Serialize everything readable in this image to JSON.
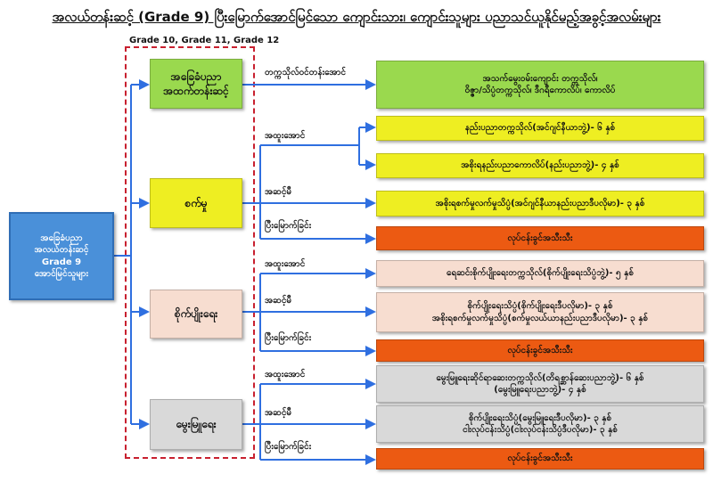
{
  "title": "အလယ်တန်းဆင့် (Grade 9) ပြီးမြောက်အောင်မြင်သော ကျောင်းသား၊ ကျောင်းသူများ ပညာသင်ယူနိုင်မည့်အခွင့်အလမ်းများ",
  "subtitle": "Grade 10, Grade 11, Grade 12",
  "source_box": [
    "အခြေခံပညာ",
    "အလယ်တန်းဆင့်",
    "Grade 9",
    "အောင်မြင်သူများ"
  ],
  "streams": {
    "basic": [
      "အခြေခံပညာ",
      "အထက်တန်းဆင့်"
    ],
    "industry": "စက်မှု",
    "agriculture": "စိုက်ပျိုးရေး",
    "livestock": "မွေးမြူရေး"
  },
  "labels": {
    "matric_pass": "တက္ကသိုလ်ဝင်တန်းအောင်",
    "distinction": "အထူးအောင်",
    "qualified": "အဆင့်မီ",
    "completed": "ပြီးမြောက်ခြင်း"
  },
  "outcomes": {
    "basic": [
      "အသက်မွေးဝမ်းကျောင်း တက္ကသိုလ်၊",
      "ဝိဇ္ဇာ/သိပ္ပံတက္ကသိုလ်၊ ဒီဂရီကောလိပ်၊ ကောလိပ်"
    ],
    "ind_1": "နည်းပညာတက္ကသိုလ်(အင်ဂျင်နီယာဘွဲ့)- ၆ နှစ်",
    "ind_2": "အစိုးရနည်းပညာကောလိပ်(နည်းပညာဘွဲ့)- ၄ နှစ်",
    "ind_3": "အစိုးရစက်မှုလက်မှုသိပ္ပံ(အင်ဂျင်နီယာနည်းပညာဒီပလိုမာ)- ၃ နှစ်",
    "work": "လုပ်ငန်းခွင်အသီးသီး",
    "agr_1": "ရေဆင်းစိုက်ပျိုးရေးတက္ကသိုလ်(စိုက်ပျိုးရေးသိပ္ပံဘွဲ့)- ၅ နှစ်",
    "agr_2": [
      "စိုက်ပျိုးရေးသိပ္ပံ(စိုက်ပျိုးရေးဒီပလိုမာ)- ၃ နှစ်",
      "အစိုးရစက်မှုလက်မှုသိပ္ပံ(စက်မှုလယ်ယာနည်းပညာဒီပလိုမာ)- ၃ နှစ်"
    ],
    "liv_1": [
      "မွေးမြူရေးဆိုင်ရာဆေးတက္ကသိုလ်(တိရစ္ဆာန်ဆေးပညာဘွဲ့)- ၆ နှစ်",
      "(မွေးမြူရေးပညာဘွဲ့)- ၄ နှစ်"
    ],
    "liv_2": [
      "စိုက်ပျိုးရေးသိပ္ပံ(မွေးမြူရေးဒီပလိုမာ)- ၃ နှစ်",
      "ငါးလုပ်ငန်းသိပ္ပံ(ငါးလုပ်ငန်းသိပ္ပံဒီပလိုမာ)- ၃ နှစ်"
    ]
  },
  "colors": {
    "arrow": "#2f6fe0",
    "dash": "#c8202f",
    "source": "#4a90d9",
    "basic": "#9ad94e",
    "industry": "#eeee22",
    "agriculture": "#f7ddd0",
    "livestock": "#d9d9d9",
    "work": "#ec5a12"
  }
}
